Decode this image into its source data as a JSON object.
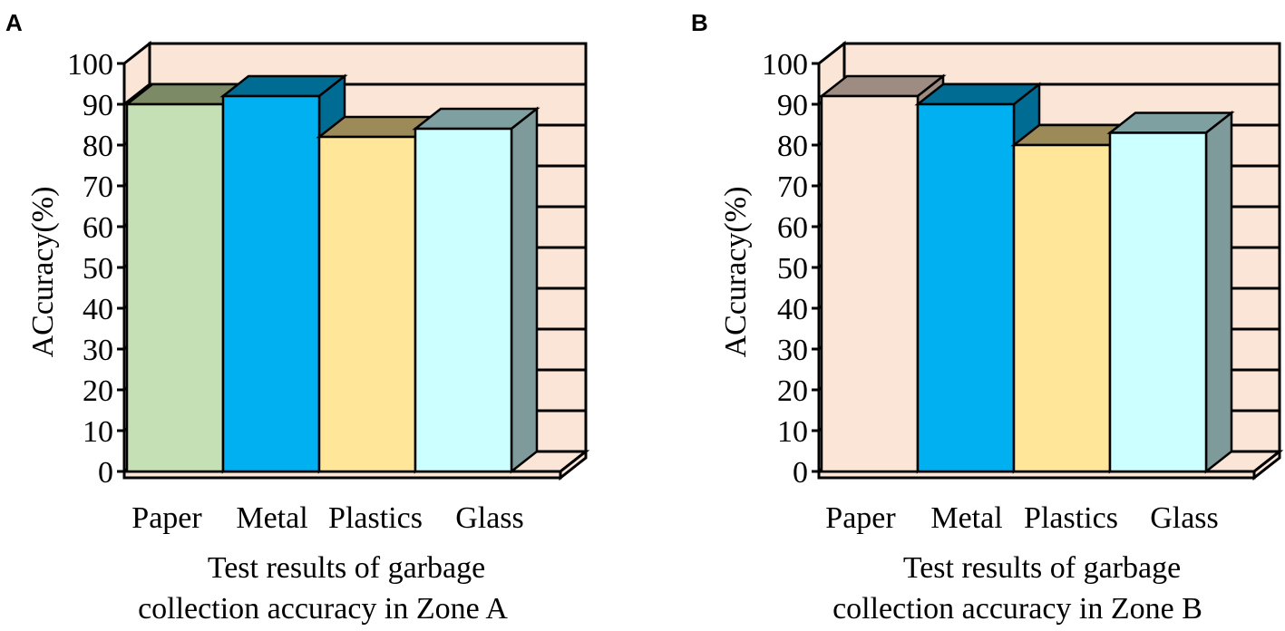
{
  "chart_data": [
    {
      "panel": "A",
      "type": "bar",
      "categories": [
        "Paper",
        "Metal",
        "Plastics",
        "Glass"
      ],
      "values": [
        90,
        92,
        82,
        84
      ],
      "ylabel": "ACcuracy(%)",
      "xlabel_lines": [
        "Test results of garbage",
        "collection accuracy in Zone A"
      ],
      "ylim": [
        0,
        100
      ],
      "yticks": [
        "0",
        "10",
        "20",
        "30",
        "40",
        "50",
        "60",
        "70",
        "80",
        "90",
        "100"
      ],
      "grid": true,
      "wall_color": "#fbe5d6",
      "bar_colors": [
        "#c5e0b4",
        "#00b0f0",
        "#ffe699",
        "#ccffff"
      ],
      "bar_top_colors": [
        "#7c8a66",
        "#006c94",
        "#9c8a58",
        "#7fa0a0"
      ],
      "bar_side_colors": [
        "#7c8a66",
        "#006c94",
        "#9c8a58",
        "#7f9a9a"
      ]
    },
    {
      "panel": "B",
      "type": "bar",
      "categories": [
        "Paper",
        "Metal",
        "Plastics",
        "Glass"
      ],
      "values": [
        92,
        90,
        80,
        83
      ],
      "ylabel": "ACcuracy(%)",
      "xlabel_lines": [
        "Test results of garbage",
        "collection accuracy in Zone B"
      ],
      "ylim": [
        0,
        100
      ],
      "yticks": [
        "0",
        "10",
        "20",
        "30",
        "40",
        "50",
        "60",
        "70",
        "80",
        "90",
        "100"
      ],
      "grid": true,
      "wall_color": "#fbe5d6",
      "bar_colors": [
        "#fbe5d6",
        "#00b0f0",
        "#ffe699",
        "#ccffff"
      ],
      "bar_top_colors": [
        "#9e8c82",
        "#006c94",
        "#9c8a58",
        "#7fa0a0"
      ],
      "bar_side_colors": [
        "#9e8c82",
        "#006c94",
        "#9c8a58",
        "#7f9a9a"
      ]
    }
  ]
}
